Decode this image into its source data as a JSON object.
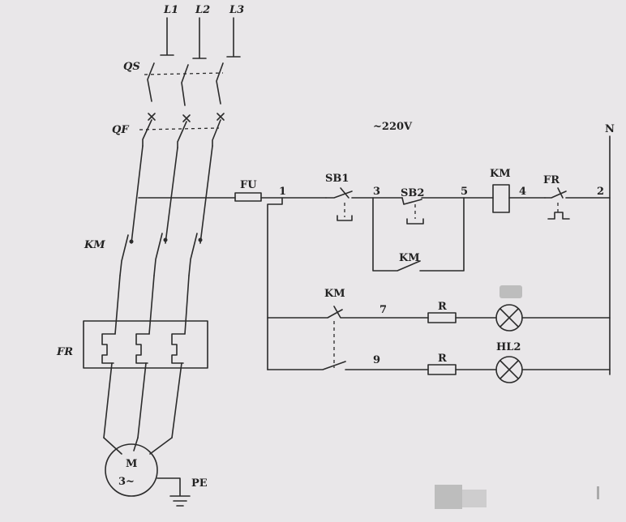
{
  "phases": [
    "L1",
    "L2",
    "L3"
  ],
  "labels": {
    "qs": "QS",
    "qf": "QF",
    "km_main": "KM",
    "fr_main": "FR",
    "motor_m": "M",
    "motor_phase": "3~",
    "pe": "PE",
    "voltage": "~220V",
    "neutral": "N",
    "fu": "FU",
    "sb1": "SB1",
    "sb2": "SB2",
    "km_coil": "KM",
    "fr_ctrl": "FR",
    "km_hold": "KM",
    "km_nc": "KM",
    "r1": "R",
    "r2": "R",
    "hl2": "HL2"
  },
  "nodes": [
    "1",
    "3",
    "5",
    "4",
    "2",
    "7",
    "9"
  ],
  "colors": {
    "ink": "#2b2b2b",
    "paper": "#e9e7e9"
  }
}
